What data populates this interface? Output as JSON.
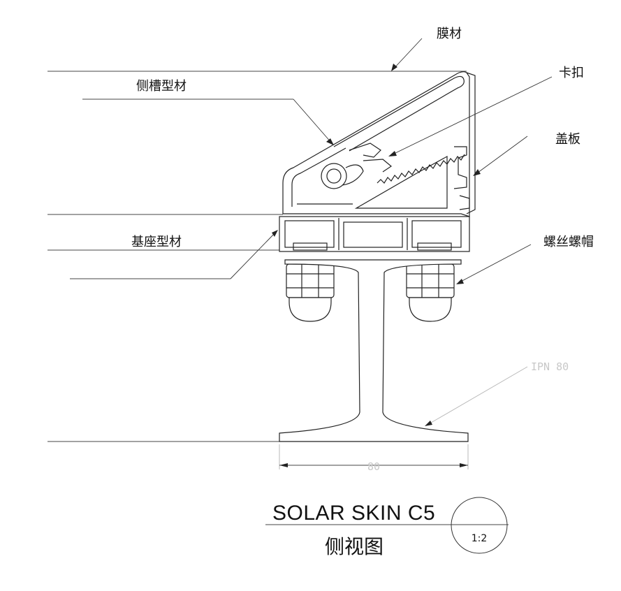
{
  "drawing": {
    "title": "SOLAR SKIN C5",
    "subtitle": "侧视图",
    "scale": "1:2",
    "callouts": {
      "membrane": "膜材",
      "side_profile": "侧槽型材",
      "clip": "卡扣",
      "cover_plate": "盖板",
      "base_profile": "基座型材",
      "nut": "螺丝螺帽",
      "beam": "IPN 80"
    },
    "dimension": "80"
  }
}
